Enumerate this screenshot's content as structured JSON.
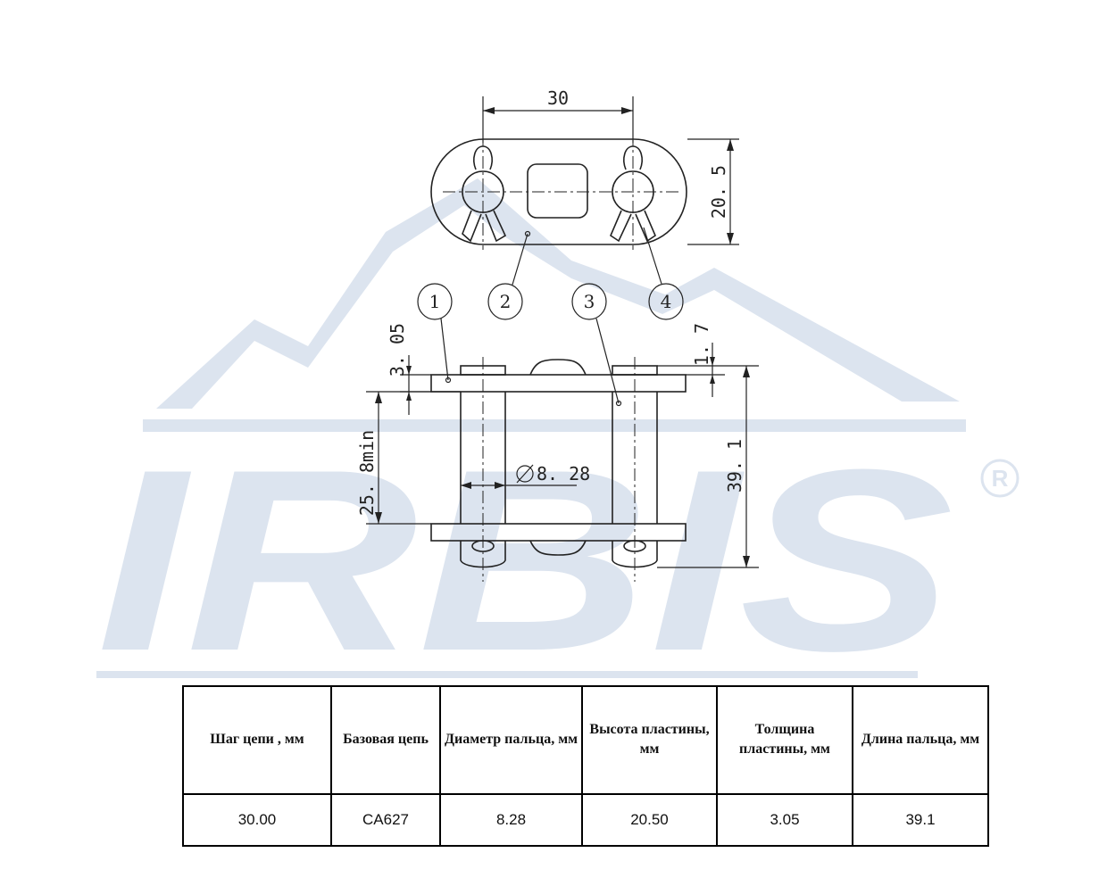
{
  "diagram": {
    "dimensions": {
      "pitch": "30",
      "plate_height": "20. 5",
      "plate_thickness": "3. 05",
      "gap": "1. 7",
      "inner_width": "25. 8min",
      "pin_diameter": "8. 28",
      "pin_length": "39. 1"
    },
    "callouts": [
      "1",
      "2",
      "3",
      "4"
    ]
  },
  "watermark": {
    "brand": "IRBIS",
    "registered": "®",
    "color": "#dce4ef"
  },
  "spec_table": {
    "headers": [
      "Шаг цепи , мм",
      "Базовая цепь",
      "Диаметр пальца, мм",
      "Высота пластины, мм",
      "Толщина пластины, мм",
      "Длина пальца, мм"
    ],
    "rows": [
      [
        "30.00",
        "CA627",
        "8.28",
        "20.50",
        "3.05",
        "39.1"
      ]
    ]
  }
}
